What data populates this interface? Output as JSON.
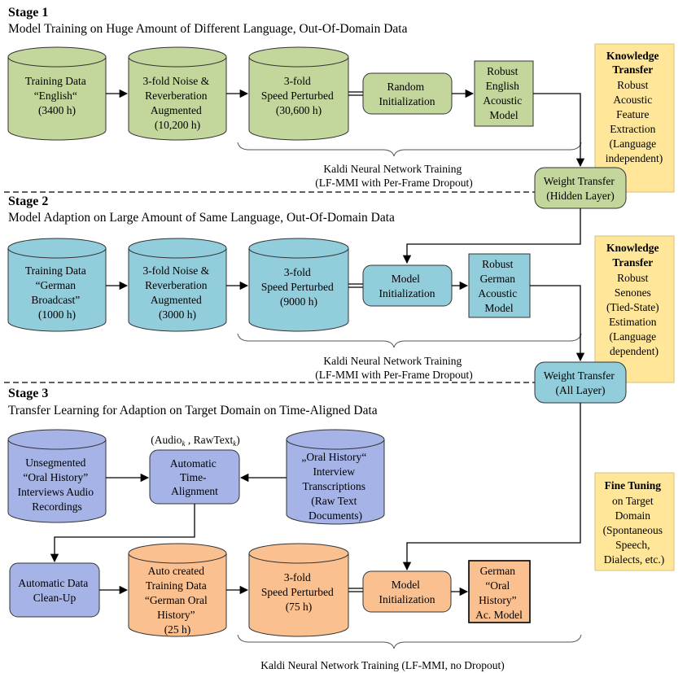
{
  "stages": [
    {
      "title": "Stage 1",
      "subtitle": "Model Training on Huge Amount of Different Language, Out-Of-Domain Data"
    },
    {
      "title": "Stage 2",
      "subtitle": "Model Adaption on Large Amount of Same Language, Out-Of-Domain Data"
    },
    {
      "title": "Stage 3",
      "subtitle": "Transfer Learning for Adaption on Target Domain on Time-Aligned Data"
    }
  ],
  "colors": {
    "green": "#c3d69b",
    "teal": "#92cddc",
    "blue": "#a5b3e6",
    "orange": "#fac090",
    "yellow": "#ffe699",
    "border": "#333333"
  },
  "nodes": {
    "s1_training": [
      "Training Data",
      "“English“",
      "(3400 h)"
    ],
    "s1_noise": [
      "3-fold Noise &",
      "Reverberation",
      "Augmented",
      "(10,200 h)"
    ],
    "s1_speed": [
      "3-fold",
      "Speed Perturbed",
      "(30,600 h)"
    ],
    "s1_init": [
      "Random",
      "Initialization"
    ],
    "s1_model": [
      "Robust",
      "English",
      "Acoustic",
      "Model"
    ],
    "wt1": [
      "Weight Transfer",
      "(Hidden Layer)"
    ],
    "s2_training": [
      "Training Data",
      "“German",
      "Broadcast”",
      "(1000 h)"
    ],
    "s2_noise": [
      "3-fold Noise &",
      "Reverberation",
      "Augmented",
      "(3000 h)"
    ],
    "s2_speed": [
      "3-fold",
      "Speed Perturbed",
      "(9000 h)"
    ],
    "s2_init": [
      "Model",
      "Initialization"
    ],
    "s2_model": [
      "Robust",
      "German",
      "Acoustic",
      "Model"
    ],
    "wt2": [
      "Weight Transfer",
      "(All Layer)"
    ],
    "s3_unseg": [
      "Unsegmented",
      "“Oral History”",
      "Interviews Audio",
      "Recordings"
    ],
    "s3_align": [
      "Automatic",
      "Time-",
      "Alignment"
    ],
    "s3_trans": [
      "„Oral History“",
      "Interview",
      "Transcriptions",
      "(Raw Text",
      "Documents)"
    ],
    "s3_cleanup": [
      "Automatic Data",
      "Clean-Up"
    ],
    "s3_auto": [
      "Auto created",
      "Training Data",
      "“German Oral",
      "History”",
      "(25 h)"
    ],
    "s3_speed": [
      "3-fold",
      "Speed Perturbed",
      "(75 h)"
    ],
    "s3_init": [
      "Model",
      "Initialization"
    ],
    "s3_model": [
      "German",
      "“Oral",
      "History”",
      "Ac. Model"
    ]
  },
  "align_input": {
    "open": "(Audio",
    "sub1": "k",
    "mid": " , RawText",
    "sub2": "k",
    "close": ")"
  },
  "kaldi_notes": [
    [
      "Kaldi Neural Network Training",
      "(LF-MMI with Per-Frame Dropout)"
    ],
    [
      "Kaldi Neural Network Training",
      "(LF-MMI with Per-Frame Dropout)"
    ],
    [
      "Kaldi Neural Network Training (LF-MMI, no Dropout)"
    ]
  ],
  "side_notes": [
    {
      "heading": [
        "Knowledge",
        "Transfer"
      ],
      "body": [
        "Robust",
        "Acoustic",
        "Feature",
        "Extraction",
        "(Language",
        "independent)"
      ]
    },
    {
      "heading": [
        "Knowledge",
        "Transfer"
      ],
      "body": [
        "Robust",
        "Senones",
        "(Tied-State)",
        "Estimation",
        "(Language",
        "dependent)"
      ]
    },
    {
      "heading": [
        "Fine Tuning"
      ],
      "body": [
        "on Target",
        "Domain",
        "(Spontaneous",
        "Speech,",
        "Dialects, etc.)"
      ]
    }
  ]
}
